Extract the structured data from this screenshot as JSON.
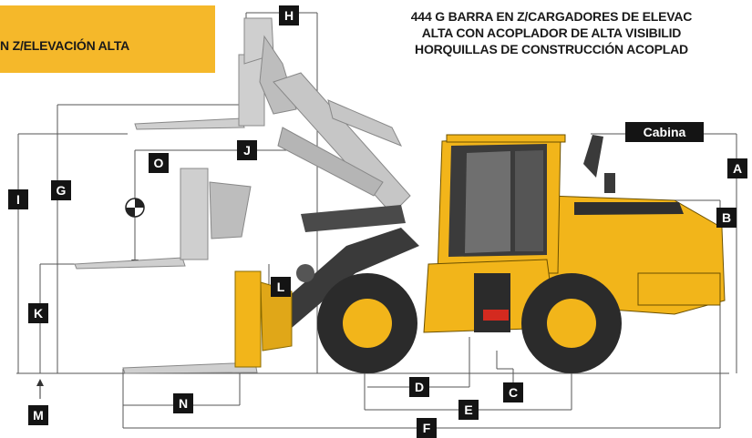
{
  "banner": {
    "text": "N Z/ELEVACIÓN ALTA",
    "color": "#f5b82a"
  },
  "title": {
    "line1": "444 G BARRA EN Z/CARGADORES DE ELEVAC",
    "line2": "ALTA CON ACOPLADOR DE ALTA VISIBILID",
    "line3": "HORQUILLAS DE CONSTRUCCIÓN ACOPLAD"
  },
  "labels": {
    "cabina": "Cabina",
    "a": "A",
    "b": "B",
    "c": "C",
    "d": "D",
    "e": "E",
    "f": "F",
    "g": "G",
    "h": "H",
    "i": "I",
    "j": "J",
    "k": "K",
    "l": "L",
    "m": "M",
    "n": "N",
    "o": "O"
  },
  "colors": {
    "machine": "#f2b51a",
    "tire": "#2b2b2b",
    "boom": "#c8c8c8",
    "label_bg": "#141414"
  },
  "icons": [
    "center-of-gravity-icon",
    "arrow-up-icon",
    "arrow-down-icon"
  ]
}
